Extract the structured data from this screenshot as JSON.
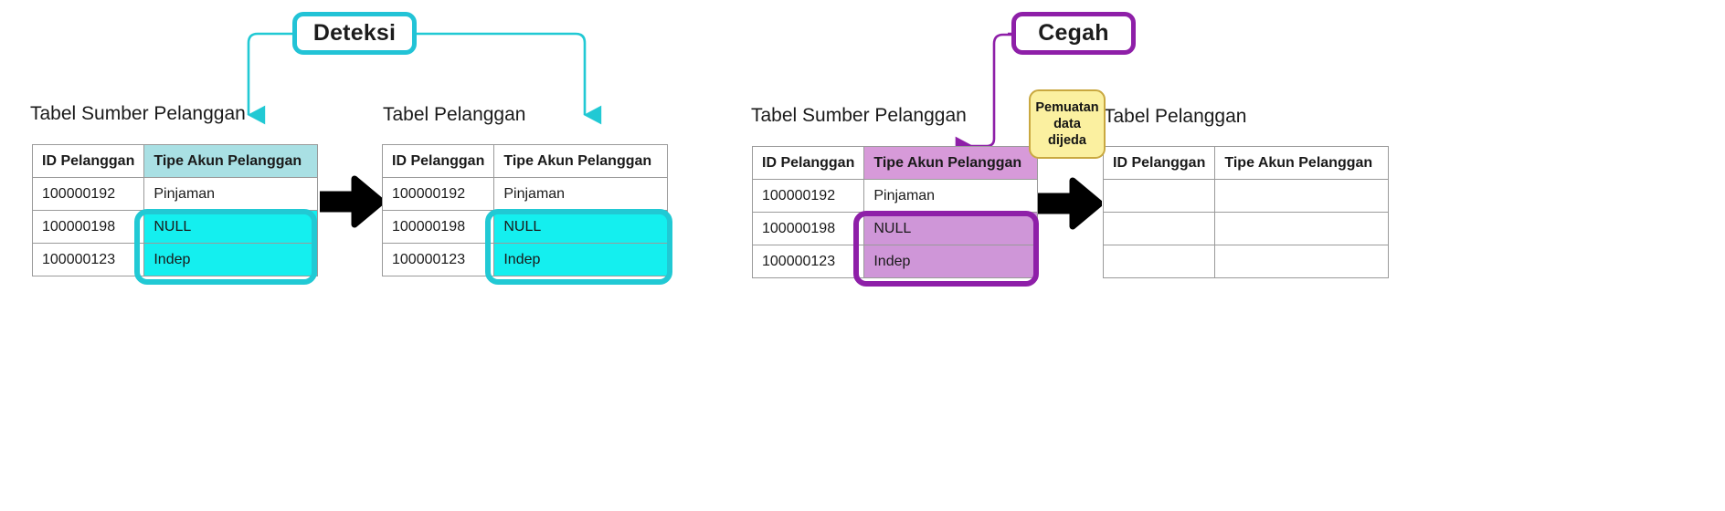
{
  "diagram": {
    "title_detect": "Deteksi",
    "title_prevent": "Cegah",
    "sticky_note": {
      "line1": "Pemuatan",
      "line2": "data",
      "line3": "dijeda"
    },
    "colors": {
      "teal_accent": "#21c9d4",
      "teal_fill": "#14efef",
      "teal_header": "#a9e0e4",
      "purple_accent": "#8e1fa8",
      "purple_fill": "#cf96d8",
      "purple_header": "#d79ad9",
      "sticky_yellow": "#fbf0a0",
      "arrow_black": "#000000",
      "table_border": "#9a9a9a"
    }
  },
  "columns": {
    "id": "ID Pelanggan",
    "type": "Tipe Akun Pelanggan"
  },
  "panels": {
    "detect": {
      "source_table": {
        "title": "Tabel Sumber Pelanggan",
        "rows": [
          {
            "id": "100000192",
            "type": "Pinjaman"
          },
          {
            "id": "100000198",
            "type": "NULL"
          },
          {
            "id": "100000123",
            "type": "Indep"
          }
        ]
      },
      "target_table": {
        "title": "Tabel Pelanggan",
        "rows": [
          {
            "id": "100000192",
            "type": "Pinjaman"
          },
          {
            "id": "100000198",
            "type": "NULL"
          },
          {
            "id": "100000123",
            "type": "Indep"
          }
        ]
      }
    },
    "prevent": {
      "source_table": {
        "title": "Tabel Sumber Pelanggan",
        "rows": [
          {
            "id": "100000192",
            "type": "Pinjaman"
          },
          {
            "id": "100000198",
            "type": "NULL"
          },
          {
            "id": "100000123",
            "type": "Indep"
          }
        ]
      },
      "target_table": {
        "title": "Tabel Pelanggan",
        "rows": [
          {
            "id": "",
            "type": ""
          },
          {
            "id": "",
            "type": ""
          },
          {
            "id": "",
            "type": ""
          }
        ]
      }
    }
  }
}
